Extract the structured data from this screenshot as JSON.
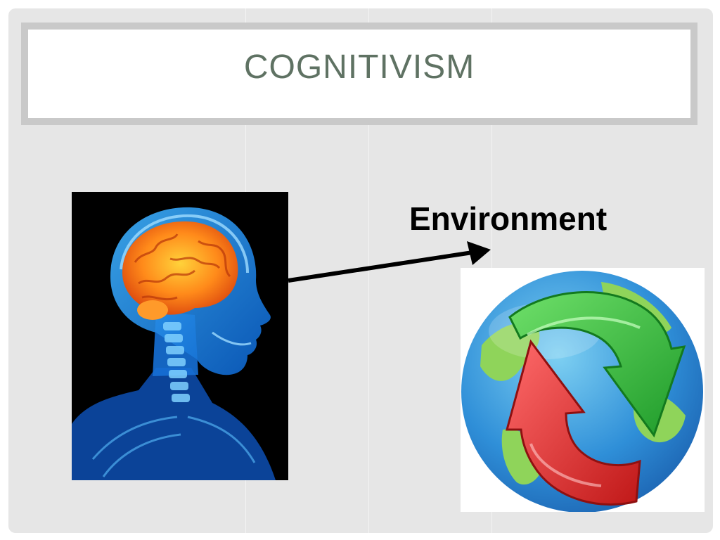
{
  "slide": {
    "title": "COGNITIVISM",
    "label": "Environment"
  },
  "images": {
    "brain": "brain-xray-image",
    "globe": "globe-arrows-image"
  },
  "colors": {
    "title_text": "#5f7263",
    "slide_background": "#e6e6e6",
    "title_border": "#c9c9c9"
  }
}
